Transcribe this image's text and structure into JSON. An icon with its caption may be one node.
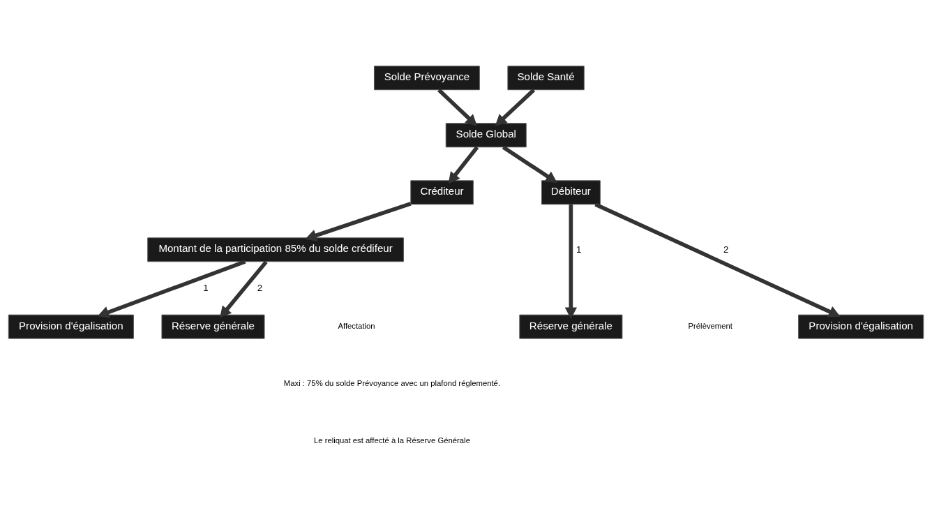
{
  "diagram": {
    "nodes": [
      {
        "text": [
          "Solde Prévoyance"
        ]
      },
      {
        "text": [
          "Solde Santé"
        ]
      },
      {
        "text": [
          "Solde Global"
        ]
      },
      {
        "text": [
          "Créditeur"
        ]
      },
      {
        "text": [
          "Débiteur"
        ]
      },
      {
        "text": [
          "Montant de la participation 85% du solde crédifeur"
        ]
      },
      {
        "text": [
          "Provision d'égalisation"
        ]
      },
      {
        "text": [
          "Réserve générale"
        ]
      },
      {
        "text": [
          "Réserve générale"
        ]
      },
      {
        "text": [
          "Provision d'égalisation"
        ]
      }
    ],
    "edges": [
      {
        "from": 0,
        "to": 2,
        "arrow": "to"
      },
      {
        "from": 1,
        "to": 2,
        "arrow": "to"
      },
      {
        "from": 2,
        "to": 3,
        "arrow": "to"
      },
      {
        "from": 2,
        "to": 4,
        "arrow": "to"
      },
      {
        "from": 3,
        "to": 5,
        "arrow": "to"
      },
      {
        "from": 5,
        "to": 6,
        "arrow": "to",
        "label": "1"
      },
      {
        "from": 5,
        "to": 7,
        "arrow": "to",
        "label": "2"
      },
      {
        "from": 4,
        "to": 8,
        "arrow": "to",
        "label": "1"
      },
      {
        "from": 4,
        "to": 9,
        "arrow": "to",
        "label": "2"
      }
    ],
    "labels": [
      "Affectation",
      "Maxi : 75% du solde Prévoyance avec un plafond réglementé.",
      "Le reliquat est affecté à la Réserve Générale",
      "Prélèvement"
    ]
  }
}
